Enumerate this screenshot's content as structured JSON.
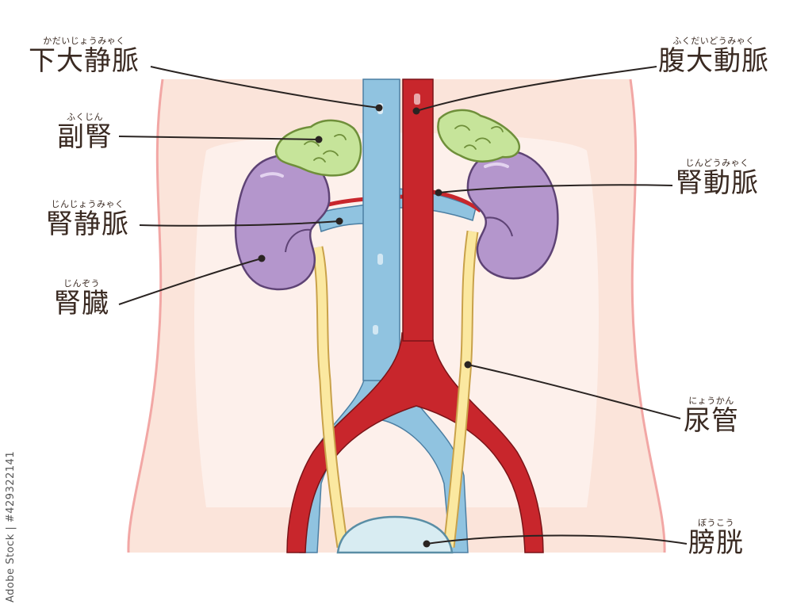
{
  "labels": {
    "ivc": {
      "ruby": "かだいじょうみゃく",
      "text": "下大静脈"
    },
    "adrenal": {
      "ruby": "ふくじん",
      "text": "副腎"
    },
    "renal_vein": {
      "ruby": "じんじょうみゃく",
      "text": "腎静脈"
    },
    "kidney": {
      "ruby": "じんぞう",
      "text": "腎臓"
    },
    "aorta": {
      "ruby": "ふくだいどうみゃく",
      "text": "腹大動脈"
    },
    "renal_artery": {
      "ruby": "じんどうみゃく",
      "text": "腎動脈"
    },
    "ureter": {
      "ruby": "にょうかん",
      "text": "尿管"
    },
    "bladder": {
      "ruby": "ぼうこう",
      "text": "膀胱"
    }
  },
  "watermark": "Adobe Stock | #429322141",
  "colors": {
    "skin": "#fbe4da",
    "skin_edge": "#f2a7a5",
    "vein": "#90c3e0",
    "artery": "#c8262c",
    "kidney": "#b496cc",
    "adrenal": "#c6e49a",
    "ureter": "#fbe8a0",
    "bladder": "#d8ecf2",
    "leader": "#2a2422"
  }
}
